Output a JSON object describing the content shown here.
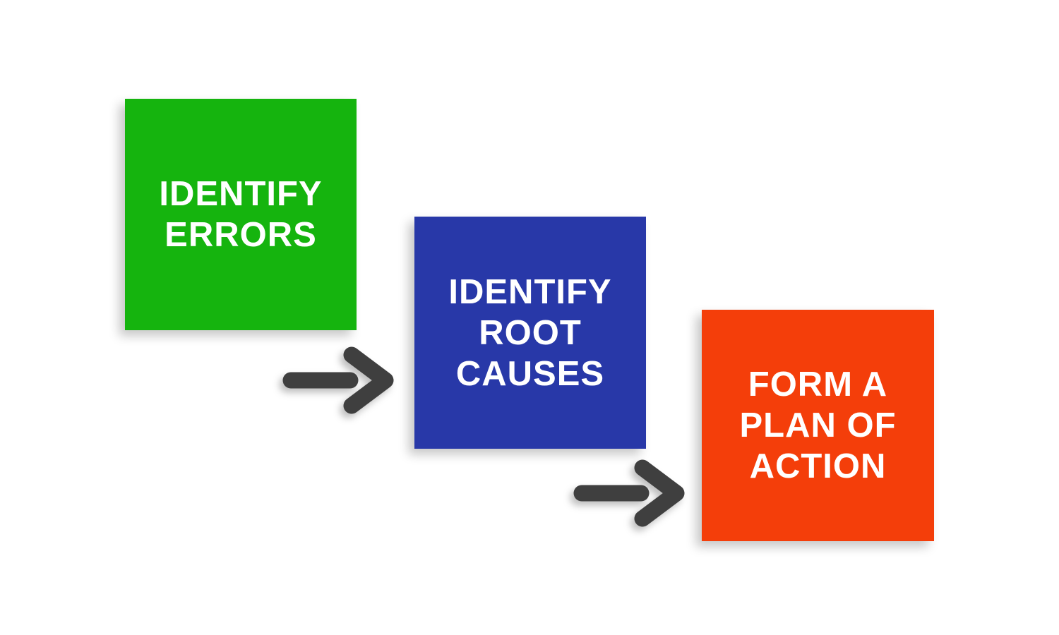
{
  "page": {
    "background_color": "#FFFFFF",
    "text_color": "#FFFFFF"
  },
  "diagram": {
    "type": "process-flow",
    "steps": [
      {
        "id": "identify-errors",
        "label": "IDENTIFY\nERRORS",
        "color": "#15B40E"
      },
      {
        "id": "identify-root-causes",
        "label": "IDENTIFY\nROOT\nCAUSES",
        "color": "#2838A8"
      },
      {
        "id": "form-plan-of-action",
        "label": "FORM A\nPLAN OF\nACTION",
        "color": "#F43E0A"
      }
    ],
    "arrows": [
      {
        "id": "arrow-1",
        "from": "identify-errors",
        "to": "identify-root-causes",
        "direction": "right"
      },
      {
        "id": "arrow-2",
        "from": "identify-root-causes",
        "to": "form-plan-of-action",
        "direction": "right"
      }
    ],
    "arrow_color": "#3F3F3F"
  }
}
